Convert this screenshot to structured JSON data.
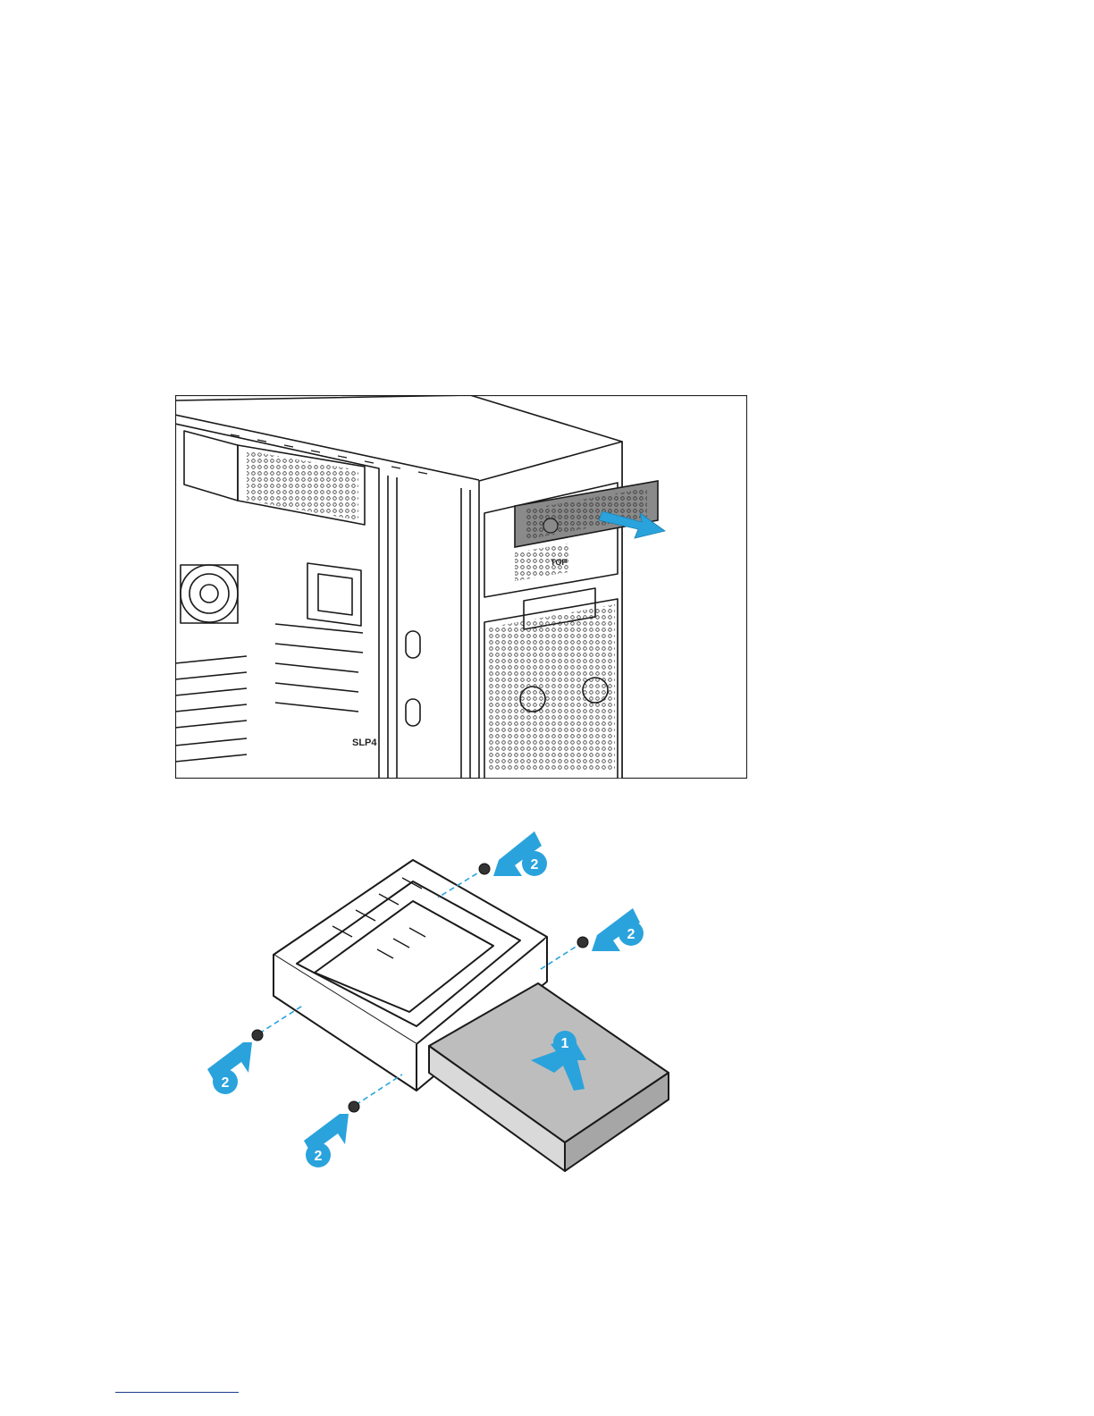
{
  "figure_top": {
    "slot_label": "SLP4",
    "bracket_label": "TOP",
    "colors": {
      "arrow": "#2aa3dc",
      "line": "#1a1a1a",
      "bracket": "#8a8a8a"
    }
  },
  "figure_bottom": {
    "callouts": [
      {
        "label": "1"
      },
      {
        "label": "2"
      },
      {
        "label": "2"
      },
      {
        "label": "2"
      },
      {
        "label": "2"
      }
    ],
    "colors": {
      "callout": "#2aa3dc",
      "drive": "#bdbdbd",
      "line": "#1a1a1a"
    }
  },
  "footer": {
    "rule_color": "#1a3b8f"
  }
}
